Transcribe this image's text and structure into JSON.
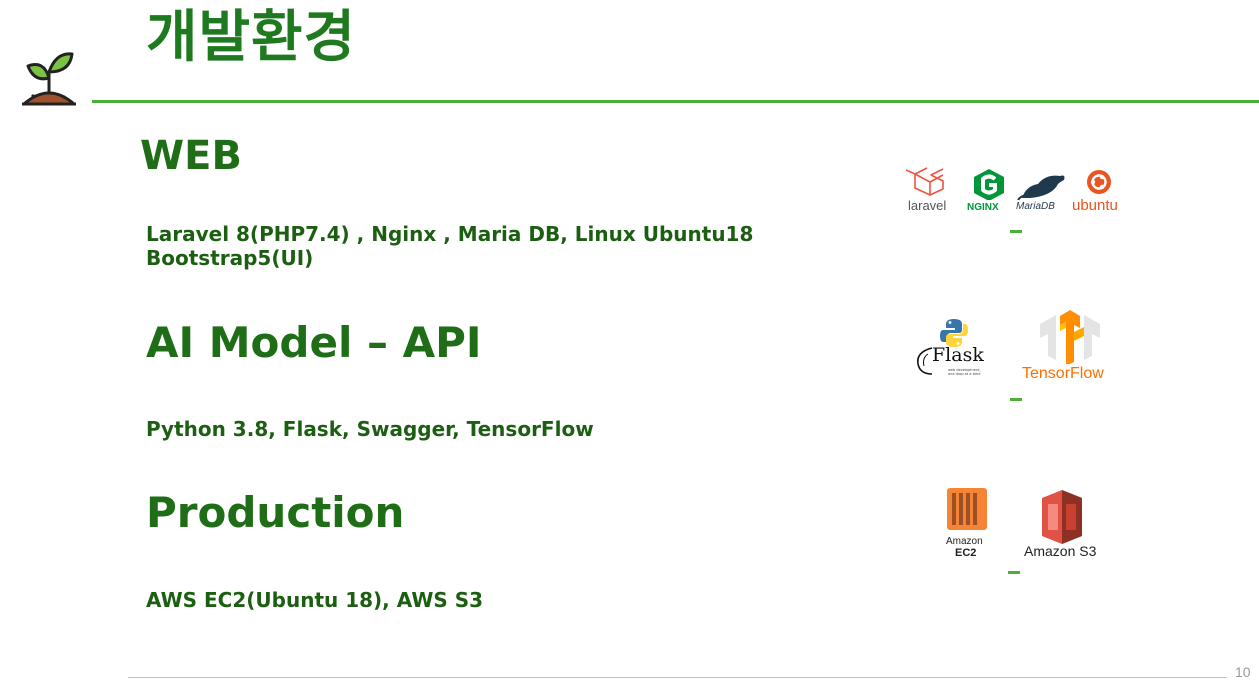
{
  "slide": {
    "title": "개발환경",
    "page_number": "10"
  },
  "sections": {
    "web": {
      "heading": "WEB",
      "lines": [
        "Laravel 8(PHP7.4) , Nginx , Maria DB, Linux Ubuntu18",
        "Bootstrap5(UI)"
      ]
    },
    "ai": {
      "heading": "AI Model – API",
      "lines": [
        "Python 3.8, Flask, Swagger, TensorFlow"
      ]
    },
    "production": {
      "heading": "Production",
      "lines": [
        "AWS EC2(Ubuntu 18), AWS S3"
      ]
    }
  },
  "logos": {
    "laravel": "laravel",
    "nginx": "NGINX",
    "mariadb": "MariaDB",
    "ubuntu": "ubuntu",
    "flask": "Flask",
    "flask_tagline": "web development, one drop at a time",
    "tensorflow": "TensorFlow",
    "ec2_top": "Amazon",
    "ec2_bottom": "EC2",
    "s3": "Amazon S3"
  },
  "colors": {
    "accent_green": "#4caf3a",
    "heading_green": "#1f6e17",
    "title_green": "#1f7a1f",
    "laravel_red": "#f05340",
    "nginx_green": "#009639",
    "ubuntu_orange": "#e95420",
    "aws_orange": "#f58534",
    "aws_red": "#e05243",
    "tensorflow_orange": "#ff8f00"
  },
  "icons": [
    "sprout-icon",
    "laravel-logo-icon",
    "nginx-logo-icon",
    "mariadb-seal-icon",
    "ubuntu-logo-icon",
    "python-logo-icon",
    "tensorflow-logo-icon",
    "ec2-logo-icon",
    "s3-logo-icon"
  ]
}
